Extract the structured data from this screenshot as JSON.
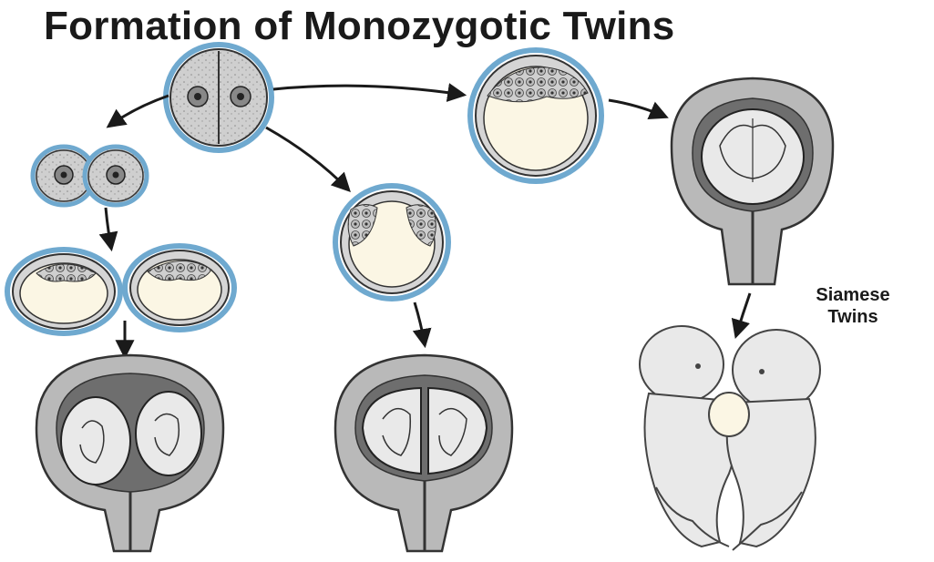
{
  "title": "Formation of Monozygotic Twins",
  "labels": {
    "siamese_line1": "Siamese",
    "siamese_line2": "Twins"
  },
  "colors": {
    "membrane_blue": "#6fa9cf",
    "cell_gray": "#c9c9c9",
    "uterus_gray": "#b9b9b9",
    "cavity_dark": "#6e6e6e",
    "fluid_cream": "#fbf6e4",
    "fetus_light": "#e9e9e9",
    "outline": "#1a1a1a"
  }
}
